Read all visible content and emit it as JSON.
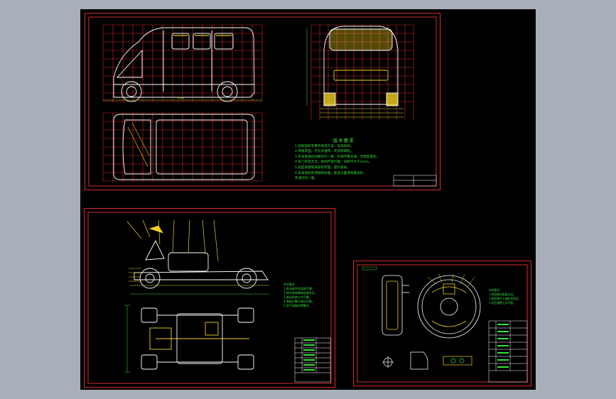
{
  "colors": {
    "background": "#a9afb8",
    "canvas": "#000000",
    "frame": "#d42b2b",
    "grid": "#d42b2b",
    "outline": "#ffffff",
    "text": "#35e23a",
    "dimension": "#d8e23a",
    "accent": "#f0d020"
  },
  "sheet1": {
    "requirements_title": "技术要求",
    "requirements": [
      "1.装配前所有零件清洗干净，去除毛刺。",
      "2.焊接牢固，不允许虚焊、夹渣等缺陷。",
      "3.车身各部位间隙均匀一致，外观平整光滑，无明显变形。",
      "4.车门开启灵活，关闭严密可靠，间隙不大于3mm。",
      "5.前后风窗玻璃安装牢固，密封良好。",
      "6.车身涂装前须除锈处理，底漆与面漆附着良好，",
      "   色泽均匀一致。"
    ],
    "side_dim": "3200"
  },
  "sheet2": {
    "notes": [
      "技术要求",
      "1.各连接件须连接可靠。",
      "2.转向系统操纵轻便灵活。",
      "3.制动系统工作可靠。",
      "4.装配后整车调试合格。",
      "5.电气线路布置整齐。"
    ]
  },
  "sheet3": {
    "notes": [
      "技术要求",
      "1.制动鼓内表面光洁。",
      "2.制动蹄片与鼓贴合良好。",
      "3.回位弹簧工作可靠。"
    ]
  }
}
